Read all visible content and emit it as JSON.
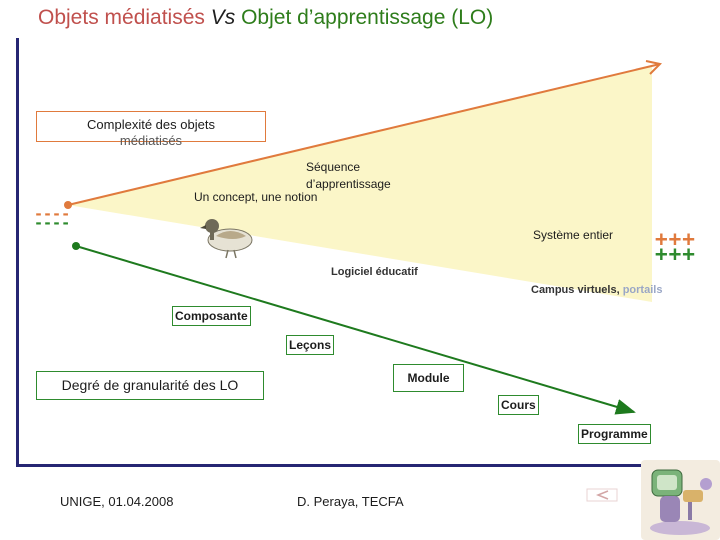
{
  "title": {
    "part1": "Objets médiatisés ",
    "vs": "Vs",
    "part2": " Objet d’apprentissage  (LO)"
  },
  "orange_box": {
    "line1": "Complexité des objets",
    "line2": "médiatisés"
  },
  "upper_labels": {
    "sequence_line1": "Séquence",
    "sequence_line2": "d’apprentissage",
    "concept": "Un concept, une notion",
    "systeme": "Système entier",
    "logiciel": "Logiciel éducatif",
    "campus": "Campus virtuels, ",
    "portails": "portails"
  },
  "granularity_boxes": {
    "composante": "Composante",
    "lecons": "Leçons",
    "module": "Module",
    "cours": "Cours",
    "programme": "Programme"
  },
  "green_box": "Degré de granularité des LO",
  "markers": {
    "left_dashes": "----",
    "plus_signs": "+++"
  },
  "footer": {
    "left": "UNIGE, 01.04.2008",
    "center": "D. Peraya, TECFA"
  },
  "colors": {
    "orange": "#e07a3d",
    "green": "#2e8b2e",
    "fill": "#fbf6c8",
    "axis": "#262673"
  },
  "icons": [
    "duck-icon",
    "previous-arrow-icon",
    "robot-mascot-icon"
  ]
}
